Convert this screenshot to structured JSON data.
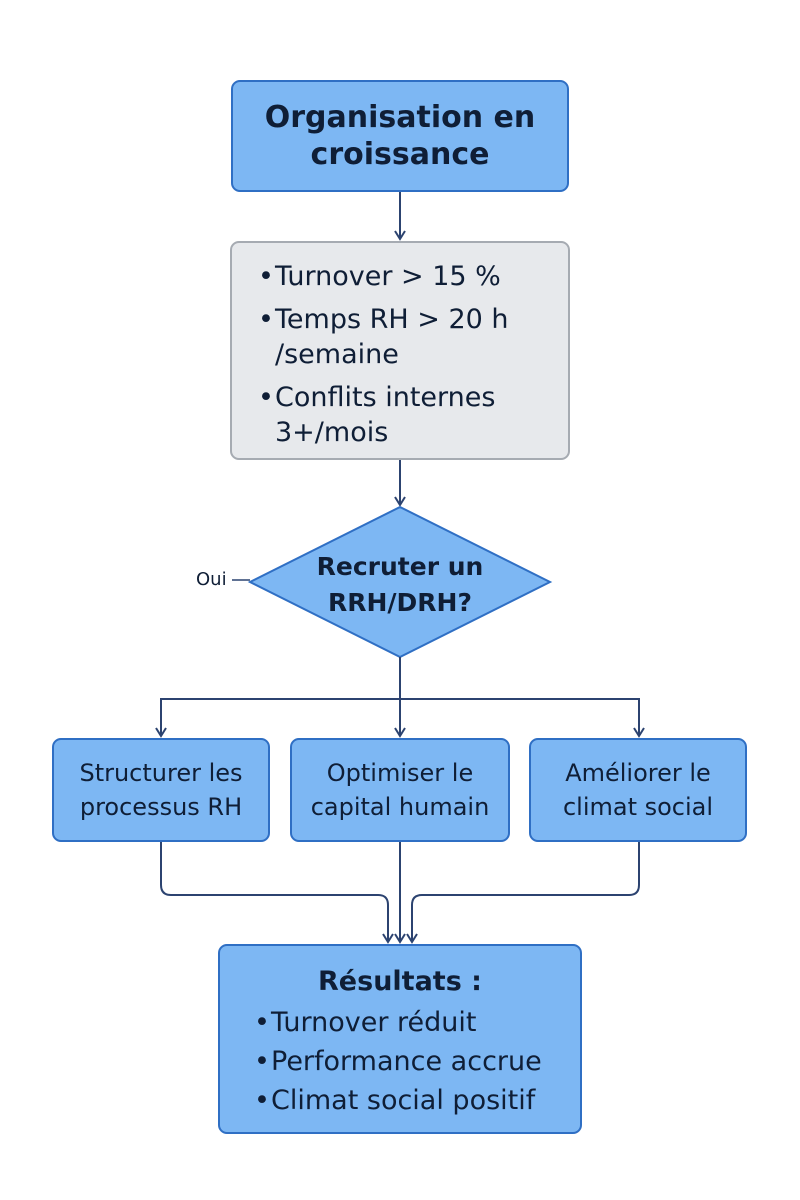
{
  "diagram": {
    "start_box": {
      "text": "Organisation en croissance"
    },
    "criteria_box": {
      "items": [
        "Turnover > 15 %",
        "Temps RH > 20 h /semaine",
        "Conflits internes 3+/mois"
      ]
    },
    "decision": {
      "text": "Recruter un RRH/DRH?",
      "yes_label": "Oui"
    },
    "actions": [
      "Structurer les processus RH",
      "Optimiser le capital humain",
      "Améliorer le climat social"
    ],
    "result_box": {
      "title": "Résultats :",
      "items": [
        "Turnover réduit",
        "Performance accrue",
        "Climat social positif"
      ]
    },
    "colors": {
      "box_fill": "#7db7f3",
      "box_border": "#2f6fc4",
      "criteria_fill": "#e7e9ec",
      "criteria_border": "#a6abb2",
      "connector": "#2c4370",
      "text": "#0f1e36"
    }
  }
}
